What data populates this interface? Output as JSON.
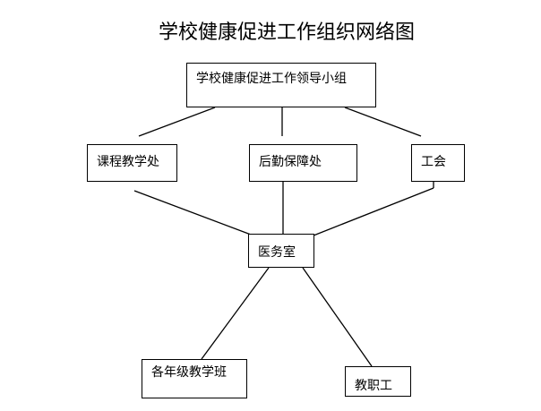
{
  "title": "学校健康促进工作组织网络图",
  "nodes": {
    "leader": "学校健康促进工作领导小组",
    "course": "课程教学处",
    "logistics": "后勤保障处",
    "union": "工会",
    "clinic": "医务室",
    "grade_classes": "各年级教学班",
    "staff": "教职工"
  },
  "colors": {
    "stroke": "#000000",
    "background": "#ffffff"
  }
}
